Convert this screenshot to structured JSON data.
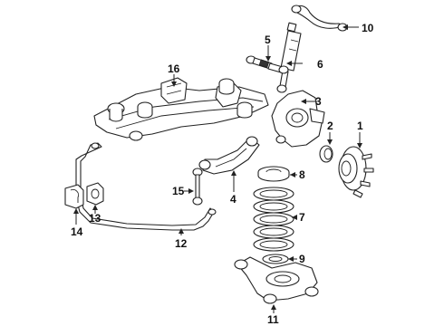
{
  "callouts": [
    {
      "id": "1",
      "part": "hub-bearing"
    },
    {
      "id": "2",
      "part": "dust-cap"
    },
    {
      "id": "3",
      "part": "knuckle"
    },
    {
      "id": "4",
      "part": "trailing-arm"
    },
    {
      "id": "5",
      "part": "toe-link"
    },
    {
      "id": "6",
      "part": "shock-absorber"
    },
    {
      "id": "7",
      "part": "coil-spring"
    },
    {
      "id": "8",
      "part": "upper-spring-insulator"
    },
    {
      "id": "9",
      "part": "lower-spring-insulator"
    },
    {
      "id": "10",
      "part": "upper-control-arm"
    },
    {
      "id": "11",
      "part": "lower-control-arm"
    },
    {
      "id": "12",
      "part": "stabilizer-bar"
    },
    {
      "id": "13",
      "part": "stabilizer-bushing"
    },
    {
      "id": "14",
      "part": "bushing-bracket"
    },
    {
      "id": "15",
      "part": "stabilizer-link"
    },
    {
      "id": "16",
      "part": "crossmember"
    }
  ]
}
